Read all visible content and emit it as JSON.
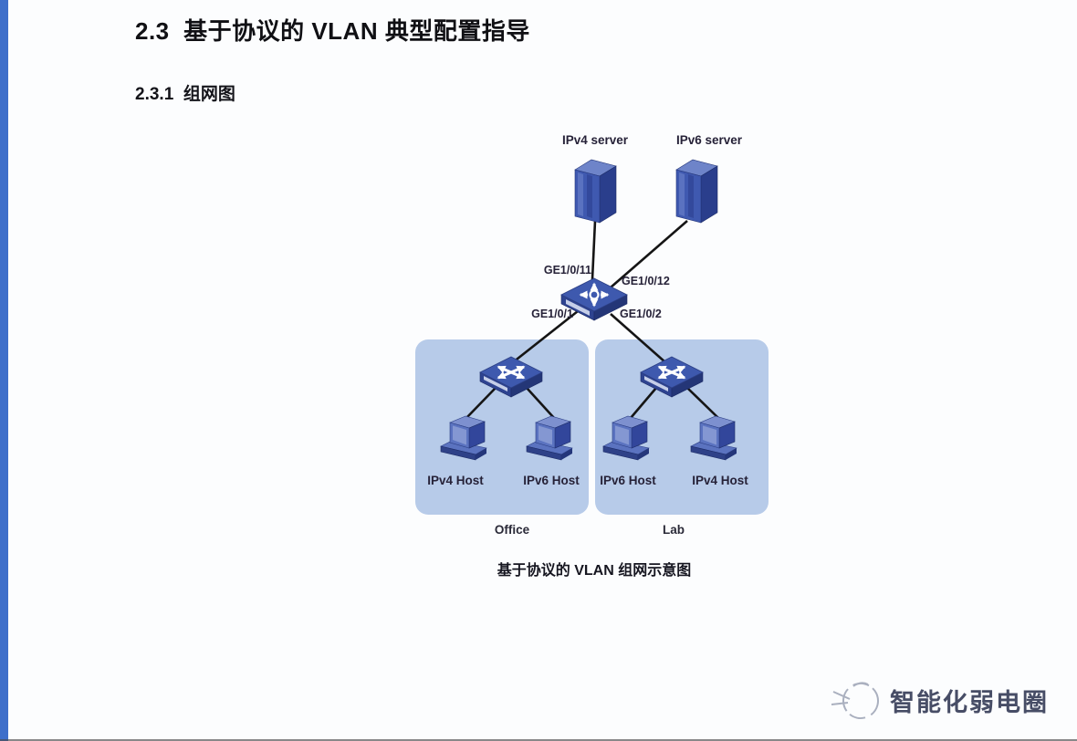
{
  "page": {
    "section_title": "2.3  基于协议的 VLAN 典型配置指导",
    "subsection_title": "2.3.1  组网图"
  },
  "diagram": {
    "caption": "基于协议的 VLAN 组网示意图",
    "servers": [
      {
        "label": "IPv4 server"
      },
      {
        "label": "IPv6 server"
      }
    ],
    "core_switch_ports": [
      {
        "label": "GE1/0/11"
      },
      {
        "label": "GE1/0/12"
      },
      {
        "label": "GE1/0/1"
      },
      {
        "label": "GE1/0/2"
      }
    ],
    "groups": [
      {
        "label": "Office",
        "hosts": [
          {
            "label": "IPv4 Host"
          },
          {
            "label": "IPv6 Host"
          }
        ]
      },
      {
        "label": "Lab",
        "hosts": [
          {
            "label": "IPv6 Host"
          },
          {
            "label": "IPv4 Host"
          }
        ]
      }
    ],
    "colors": {
      "device_blue": "#3e59ae",
      "device_blue_dark": "#2a3e8c",
      "device_blue_light": "#7d90cf",
      "group_background": "#b7cbe9",
      "link_line": "#151515",
      "label_text": "#262238"
    }
  },
  "watermark": {
    "text": "智能化弱电圈"
  },
  "accent": {
    "left_bar_color": "#3f6fca"
  }
}
